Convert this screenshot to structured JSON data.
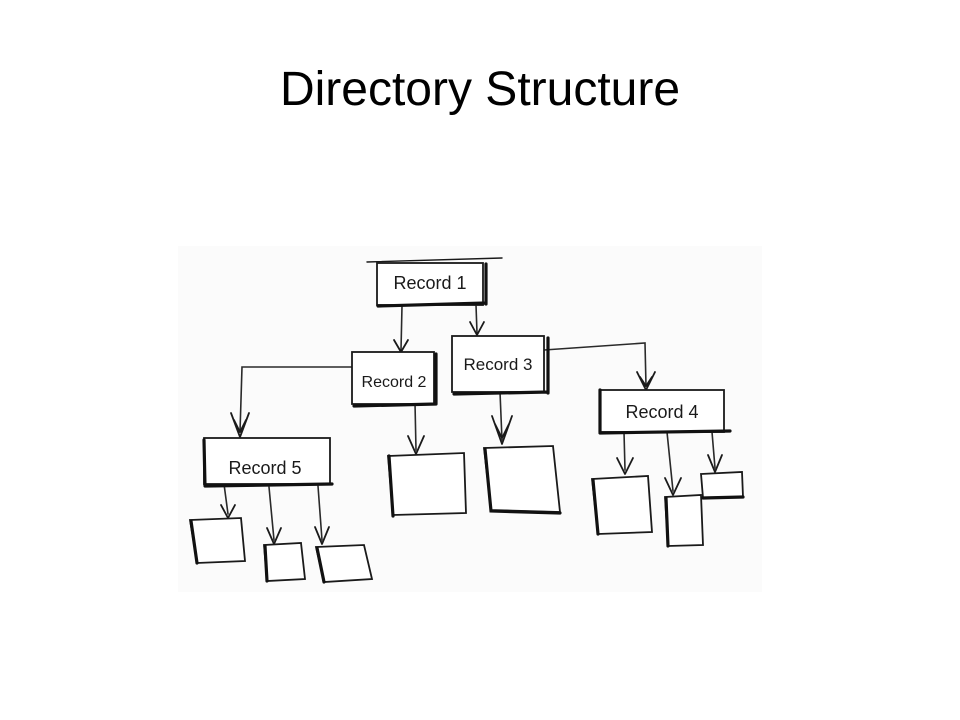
{
  "title": "Directory Structure",
  "diagram": {
    "records": [
      {
        "id": "record-1",
        "label": "Record 1"
      },
      {
        "id": "record-2",
        "label": "Record 2"
      },
      {
        "id": "record-3",
        "label": "Record 3"
      },
      {
        "id": "record-4",
        "label": "Record 4"
      },
      {
        "id": "record-5",
        "label": "Record 5"
      }
    ],
    "edges": [
      {
        "from": "record-1",
        "to": "record-2"
      },
      {
        "from": "record-1",
        "to": "record-3"
      },
      {
        "from": "record-2",
        "to": "record-5"
      },
      {
        "from": "record-2",
        "to": "leaf"
      },
      {
        "from": "record-3",
        "to": "record-4"
      },
      {
        "from": "record-3",
        "to": "leaf"
      },
      {
        "from": "record-4",
        "to": "leaf"
      },
      {
        "from": "record-4",
        "to": "leaf"
      },
      {
        "from": "record-4",
        "to": "leaf"
      },
      {
        "from": "record-5",
        "to": "leaf"
      },
      {
        "from": "record-5",
        "to": "leaf"
      },
      {
        "from": "record-5",
        "to": "leaf"
      }
    ]
  }
}
